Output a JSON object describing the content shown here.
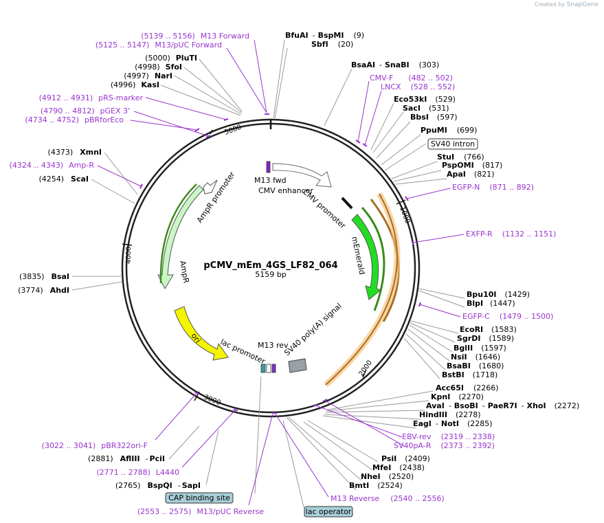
{
  "credit": {
    "prefix": "Created by",
    "brand": "SnapGene"
  },
  "plasmid": {
    "name": "pCMV_mEm_4GS_LF82_064",
    "length": "5159 bp"
  },
  "scale": [
    "1000",
    "2000",
    "3000",
    "4000",
    "5000"
  ],
  "colors": {
    "enzyme": "#000000",
    "primer": "#9933cc",
    "line": "#999999"
  },
  "features": [
    {
      "id": "m13fwd",
      "label": "M13 fwd"
    },
    {
      "id": "cmvenh",
      "label": "CMV enhancer"
    },
    {
      "id": "cmvprom",
      "label": "CMV promoter"
    },
    {
      "id": "memerald",
      "label": "mEmerald"
    },
    {
      "id": "sv40pa",
      "label": "SV40 poly(A) signal"
    },
    {
      "id": "m13rev",
      "label": "M13 rev"
    },
    {
      "id": "lacprom",
      "label": "lac promoter"
    },
    {
      "id": "ori",
      "label": "ori"
    },
    {
      "id": "ampr",
      "label": "AmpR"
    },
    {
      "id": "amprprom",
      "label": "AmpR promoter"
    }
  ],
  "boxes": [
    {
      "id": "sv40intron",
      "label": "SV40 intron"
    },
    {
      "id": "cap",
      "label": "CAP binding site"
    },
    {
      "id": "lacop",
      "label": "lac operator"
    }
  ],
  "right_sites": [
    {
      "name": "BfuAI",
      "dash": "-",
      "name2": "BspMI",
      "pos": "(9)"
    },
    {
      "name": "SbfI",
      "pos": "(20)"
    },
    {
      "name": "BsaAI",
      "dash": "-",
      "name2": "SnaBI",
      "pos": "(303)"
    },
    {
      "primer": "CMV-F",
      "range": "(482 .. 502)"
    },
    {
      "primer": "LNCX",
      "range": "(528 .. 552)"
    },
    {
      "name": "Eco53kI",
      "pos": "(529)"
    },
    {
      "name": "SacI",
      "pos": "(531)"
    },
    {
      "name": "BbsI",
      "pos": "(597)"
    },
    {
      "name": "PpuMI",
      "pos": "(699)"
    },
    {
      "name": "StuI",
      "pos": "(766)"
    },
    {
      "name": "PspOMI",
      "pos": "(817)"
    },
    {
      "name": "ApaI",
      "pos": "(821)"
    },
    {
      "primer": "EGFP-N",
      "range": "(871 .. 892)"
    },
    {
      "primer": "EXFP-R",
      "range": "(1132 .. 1151)"
    },
    {
      "name": "Bpu10I",
      "pos": "(1429)"
    },
    {
      "name": "BlpI",
      "pos": "(1447)"
    },
    {
      "primer": "EGFP-C",
      "range": "(1479 .. 1500)"
    },
    {
      "name": "EcoRI",
      "pos": "(1583)"
    },
    {
      "name": "SgrDI",
      "pos": "(1589)"
    },
    {
      "name": "BglII",
      "pos": "(1597)"
    },
    {
      "name": "NsiI",
      "pos": "(1646)"
    },
    {
      "name": "BsaBI",
      "pos": "(1680)"
    },
    {
      "name": "BstBI",
      "pos": "(1718)"
    },
    {
      "name": "Acc65I",
      "pos": "(2266)"
    },
    {
      "name": "KpnI",
      "pos": "(2270)"
    },
    {
      "name": "AvaI",
      "dash": "-",
      "name2": "BsoBI",
      "dash2": "-",
      "name3": "PaeR7I",
      "dash3": "-",
      "name4": "XhoI",
      "pos": "(2272)"
    },
    {
      "name": "HindIII",
      "pos": "(2278)"
    },
    {
      "name": "EagI",
      "dash": "-",
      "name2": "NotI",
      "pos": "(2285)"
    },
    {
      "primer": "EBV-rev",
      "range": "(2319 .. 2338)"
    },
    {
      "primer": "SV40pA-R",
      "range": "(2373 .. 2392)"
    },
    {
      "name": "PsiI",
      "pos": "(2409)"
    },
    {
      "name": "MfeI",
      "pos": "(2438)"
    },
    {
      "name": "NheI",
      "pos": "(2520)"
    },
    {
      "name": "BmtI",
      "pos": "(2524)"
    },
    {
      "primer": "M13 Reverse",
      "range": "(2540 .. 2556)"
    }
  ],
  "left_sites": [
    {
      "primer": "M13 Forward",
      "range": "(5139 .. 5156)"
    },
    {
      "primer": "M13/pUC Forward",
      "range": "(5125 .. 5147)"
    },
    {
      "name": "PluTI",
      "pos": "(5000)"
    },
    {
      "name": "SfoI",
      "pos": "(4998)"
    },
    {
      "name": "NarI",
      "pos": "(4997)"
    },
    {
      "name": "KasI",
      "pos": "(4996)"
    },
    {
      "primer": "pRS-marker",
      "range": "(4912 .. 4931)"
    },
    {
      "primer": "pGEX 3'",
      "range": "(4790 .. 4812)"
    },
    {
      "primer": "pBRforEco",
      "range": "(4734 .. 4752)"
    },
    {
      "name": "XmnI",
      "pos": "(4373)"
    },
    {
      "primer": "Amp-R",
      "range": "(4324 .. 4343)"
    },
    {
      "name": "ScaI",
      "pos": "(4254)"
    },
    {
      "name": "BsaI",
      "pos": "(3835)"
    },
    {
      "name": "AhdI",
      "pos": "(3774)"
    },
    {
      "primer": "pBR322ori-F",
      "range": "(3022 .. 3041)"
    },
    {
      "name": "AflIII",
      "dash": "-",
      "name2": "PciI",
      "pos": "(2881)"
    },
    {
      "primer": "L4440",
      "range": "(2771 .. 2788)"
    },
    {
      "name": "BspQI",
      "dash": "-",
      "name2": "SapI",
      "pos": "(2765)"
    },
    {
      "primer": "M13/pUC Reverse",
      "range": "(2553 .. 2575)"
    }
  ]
}
